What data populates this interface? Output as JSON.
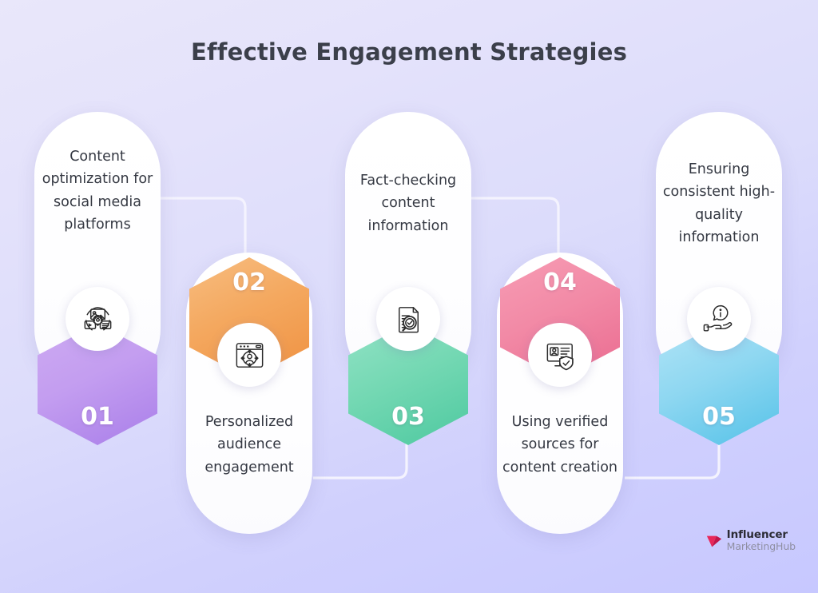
{
  "page": {
    "title": "Effective Engagement Strategies",
    "background_top": "#e9e7fa",
    "background_bottom": "#c7c8ff",
    "title_color": "#3b3f4a",
    "connector_color": "#f2f1fd"
  },
  "steps": [
    {
      "number": "01",
      "text": "Content optimization for social media platforms",
      "position": "up",
      "badge_color_light": "#cdaaf2",
      "badge_color_dark": "#a97ee9",
      "icon": "content-optimization-icon"
    },
    {
      "number": "02",
      "text": "Personalized audience engagement",
      "position": "down",
      "badge_color_light": "#f7b877",
      "badge_color_dark": "#f19549",
      "icon": "audience-targeting-icon"
    },
    {
      "number": "03",
      "text": "Fact-checking content information",
      "position": "up",
      "badge_color_light": "#8fe0c2",
      "badge_color_dark": "#4ec9a0",
      "icon": "document-verify-icon"
    },
    {
      "number": "04",
      "text": "Using verified sources for content creation",
      "position": "down",
      "badge_color_light": "#f79cb4",
      "badge_color_dark": "#ea6b90",
      "icon": "verified-source-icon"
    },
    {
      "number": "05",
      "text": "Ensuring consistent high-quality information",
      "position": "up",
      "badge_color_light": "#a9e1f4",
      "badge_color_dark": "#55c2e8",
      "icon": "information-hand-icon"
    }
  ],
  "logo": {
    "line1": "Influencer",
    "line2": "MarketingHub",
    "mark_color": "#e8275a"
  }
}
